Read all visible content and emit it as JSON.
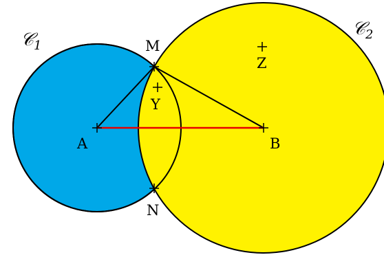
{
  "circles": [
    {
      "name": "𝒞",
      "index": "1",
      "fill": "#00a8e8",
      "stroke": "#000000"
    },
    {
      "name": "𝒞",
      "index": "2",
      "fill": "#fff200",
      "stroke": "#000000"
    }
  ],
  "points": {
    "A": "A",
    "B": "B",
    "M": "M",
    "N": "N",
    "Y": "Y",
    "Z": "Z"
  },
  "colors": {
    "segment_AB": "#e60000",
    "lines": "#000000"
  }
}
